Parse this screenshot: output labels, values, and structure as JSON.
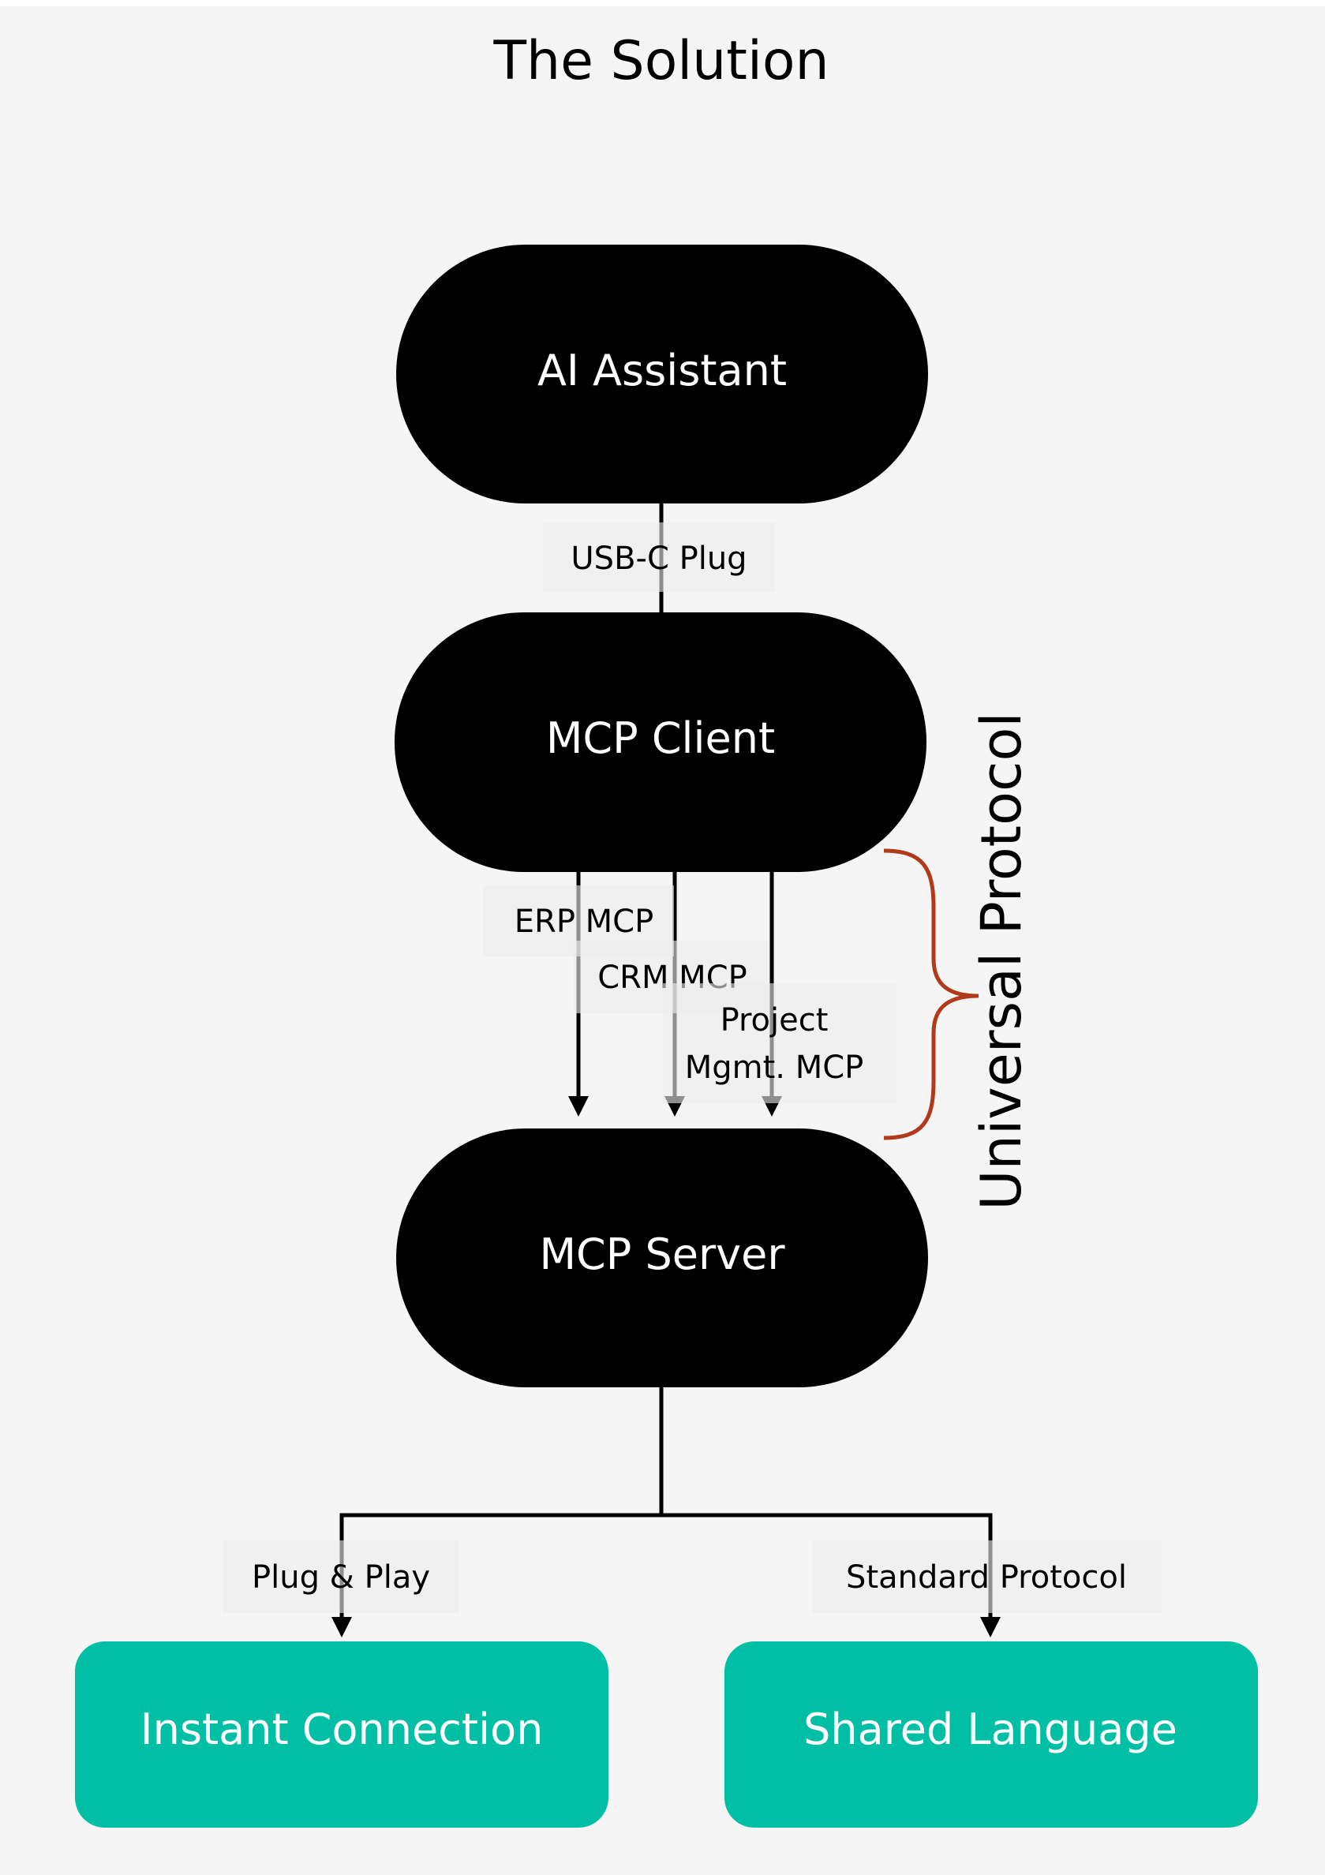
{
  "title": "The Solution",
  "nodes": {
    "ai_assistant": "AI Assistant",
    "mcp_client": "MCP Client",
    "mcp_server": "MCP Server",
    "instant_connection": "Instant Connection",
    "shared_language": "Shared Language"
  },
  "edge_labels": {
    "usb_c_plug": "USB-C Plug",
    "erp_mcp": "ERP MCP",
    "crm_mcp": "CRM MCP",
    "project_mgmt_line1": "Project",
    "project_mgmt_line2": "Mgmt. MCP",
    "plug_and_play": "Plug & Play",
    "standard_protocol": "Standard Protocol"
  },
  "brace_label": "Universal Protocol",
  "colors": {
    "background": "#f5f5f5",
    "pill_fill": "#000000",
    "pill_text": "#ffffff",
    "teal_fill": "#00bfa5",
    "brace": "#b03a1a",
    "edge": "#000000",
    "label_bg": "#ececec"
  }
}
